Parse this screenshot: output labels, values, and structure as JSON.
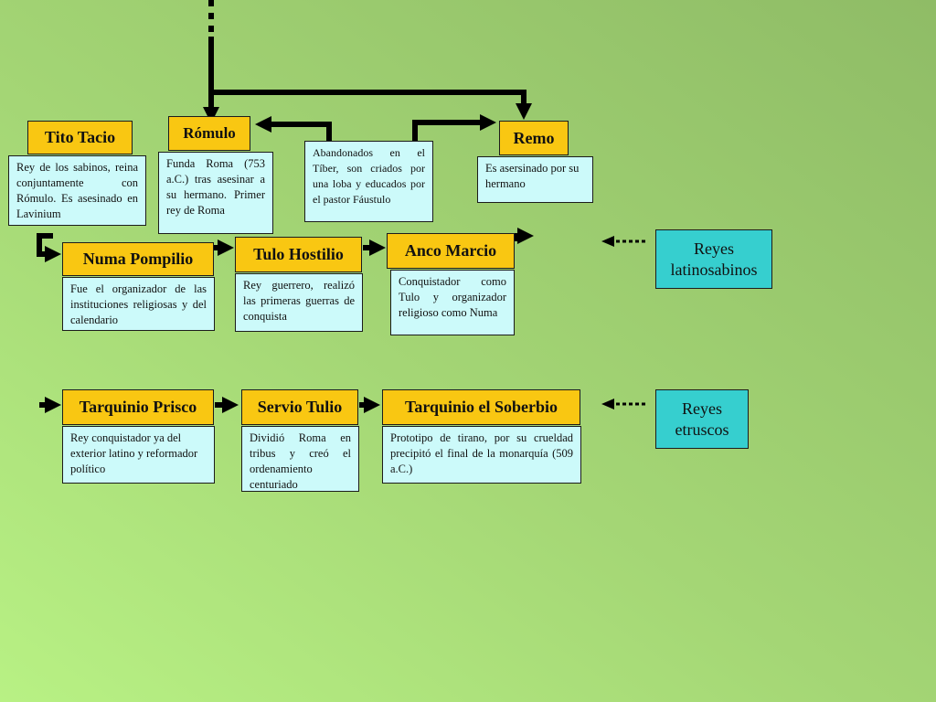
{
  "top_row": {
    "tito": {
      "name": "Tito Tacio",
      "desc": "Rey de los sabinos, reina conjuntamente con Rómulo. Es asesinado en Lavinium"
    },
    "romulo": {
      "name": "Rómulo",
      "desc": "Funda Roma (753 a.C.) tras asesinar a su hermano. Primer rey de Roma"
    },
    "abandonados": {
      "desc": "Abandonados en el Tíber, son criados por una loba y educados por el pastor Fáustulo"
    },
    "remo": {
      "name": "Remo",
      "desc": "Es asersinado por su hermano"
    }
  },
  "latin_sabine": {
    "group_label": "Reyes latinosabinos",
    "kings": [
      {
        "name": "Numa Pompilio",
        "desc": "Fue el organizador de las instituciones religiosas y del calendario"
      },
      {
        "name": "Tulo Hostilio",
        "desc": "Rey guerrero, realizó las primeras guerras de conquista"
      },
      {
        "name": "Anco Marcio",
        "desc": "Conquistador como Tulo y organizador religioso como Numa"
      }
    ]
  },
  "etruscan": {
    "group_label": "Reyes etruscos",
    "kings": [
      {
        "name": "Tarquinio Prisco",
        "desc": "Rey conquistador ya del exterior latino y reformador político"
      },
      {
        "name": "Servio Tulio",
        "desc": "Dividió Roma en tribus y creó el ordenamiento centuriado"
      },
      {
        "name": "Tarquinio el Soberbio",
        "desc": "Prototipo de tirano, por su crueldad precipitó el final de la monarquía (509 a.C.)"
      }
    ]
  },
  "colors": {
    "name_box": "#f9c712",
    "desc_box": "#ccfafa",
    "group_box": "#36cfcf",
    "connector": "#000000"
  }
}
